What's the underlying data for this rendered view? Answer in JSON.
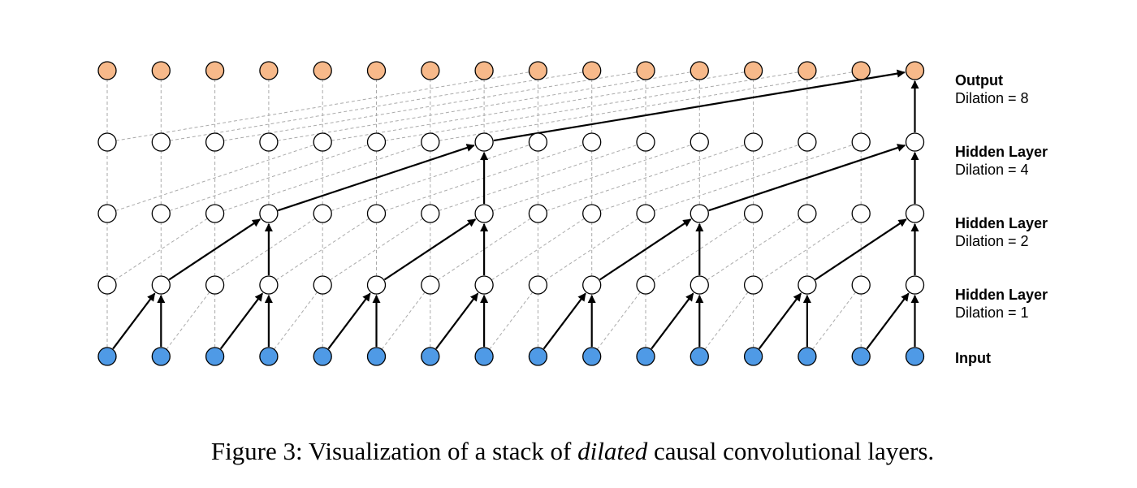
{
  "figure": {
    "layers": [
      {
        "key": "input",
        "title": "Input",
        "subtitle": "",
        "node_fill": "#4f9ae6"
      },
      {
        "key": "hidden1",
        "title": "Hidden Layer",
        "subtitle": "Dilation = 1",
        "dilation": 1,
        "node_fill": "#ffffff"
      },
      {
        "key": "hidden2",
        "title": "Hidden Layer",
        "subtitle": "Dilation = 2",
        "dilation": 2,
        "node_fill": "#ffffff"
      },
      {
        "key": "hidden3",
        "title": "Hidden Layer",
        "subtitle": "Dilation = 4",
        "dilation": 4,
        "node_fill": "#ffffff"
      },
      {
        "key": "output",
        "title": "Output",
        "subtitle": "Dilation = 8",
        "dilation": 8,
        "node_fill": "#f7b98a"
      }
    ],
    "nodes_per_layer": 16,
    "colors": {
      "stroke": "#000000",
      "dashed": "#aaaaaa"
    }
  },
  "caption": {
    "prefix": "Figure 3:  Visualization of a stack of ",
    "emphasis": "dilated",
    "suffix": " causal convolutional layers."
  }
}
